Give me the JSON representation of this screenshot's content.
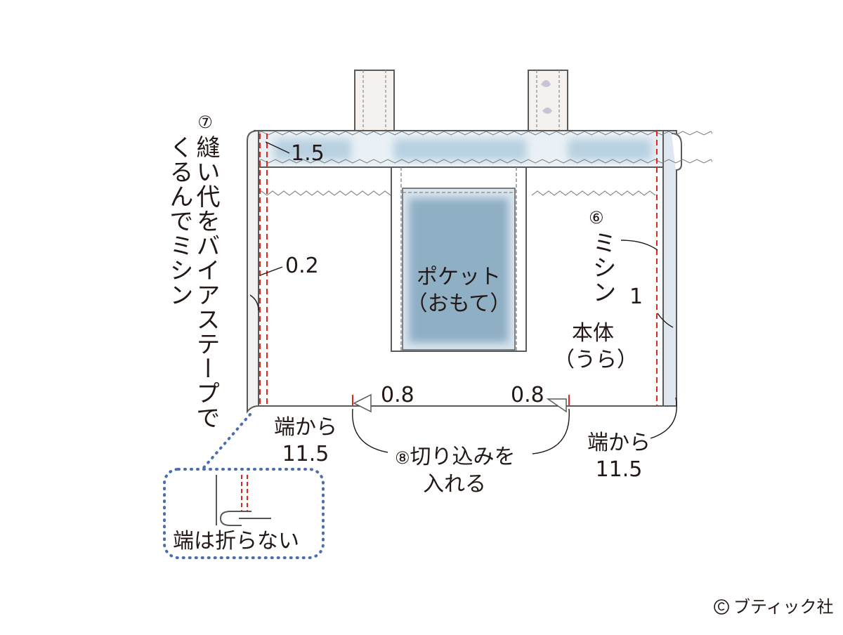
{
  "labels": {
    "step7_number": "⑦",
    "step7_text_col1": "縫い代をバイアステープで",
    "step7_text_col2": "くるんでミシン",
    "seam_1_5": "1.5",
    "seam_0_2": "0.2",
    "pocket_line1": "ポケット",
    "pocket_line2": "（おもて）",
    "step6_number": "⑥",
    "step6_text": "ミシン",
    "seam_1": "1",
    "body_line1": "本体",
    "body_line2": "（うら）",
    "mark_left": "0.8",
    "mark_right": "0.8",
    "from_edge_left_line1": "端から",
    "from_edge_left_line2": "11.5",
    "from_edge_right_line1": "端から",
    "from_edge_right_line2": "11.5",
    "step8_number": "⑧",
    "step8_line1": "切り込みを",
    "step8_line2": "入れる",
    "detail_caption": "端は折らない",
    "copyright": "ブティック社"
  },
  "colors": {
    "outline": "#5a5a5a",
    "stitch": "#e0281e",
    "pocket_fill": "#8fafc4",
    "band_fill": "#b7d0e0",
    "callout_dots": "#4a6fb0",
    "text": "#231815"
  }
}
